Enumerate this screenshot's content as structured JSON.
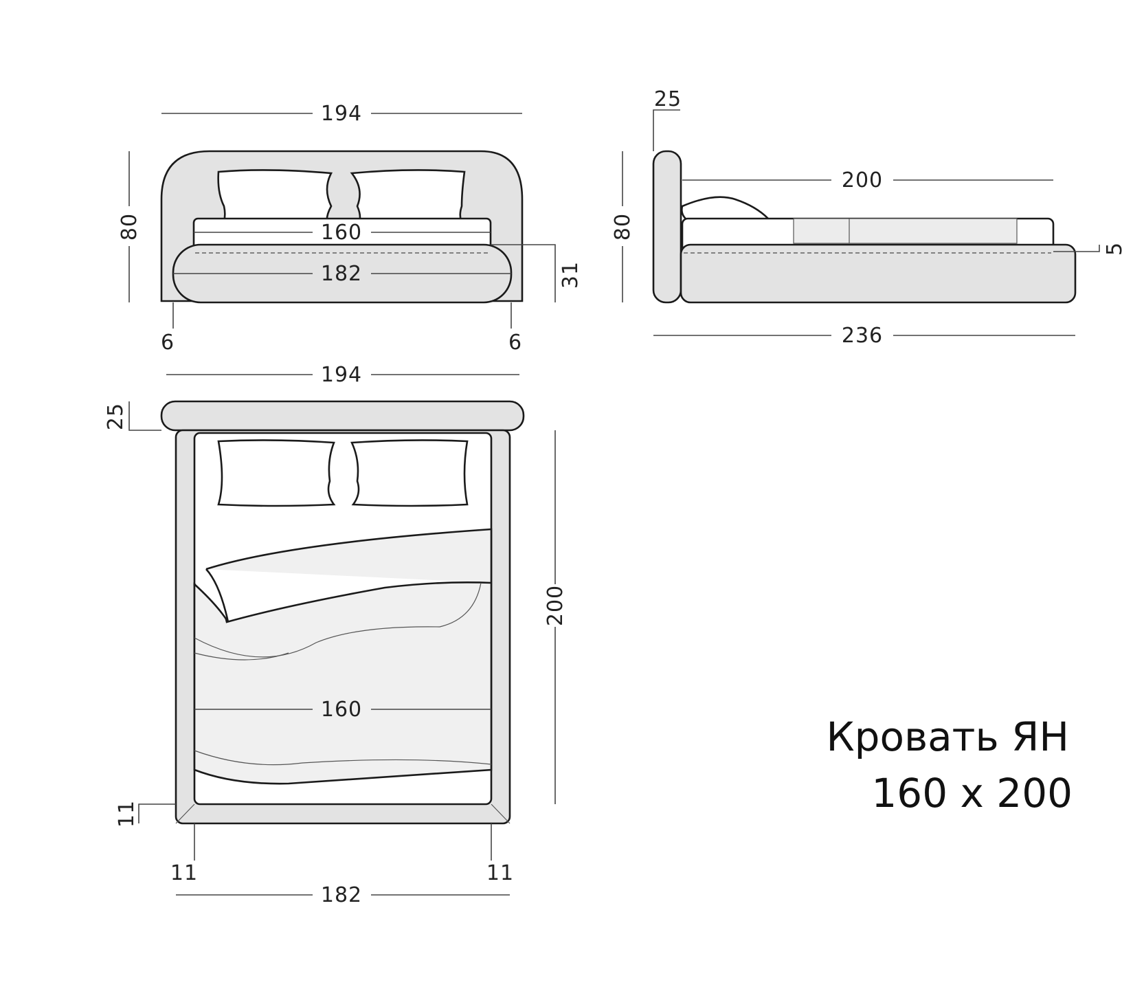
{
  "title": {
    "name": "Кровать ЯН",
    "size": "160 x 200"
  },
  "colors": {
    "frame_fill": "#e3e3e3",
    "mattress_fill": "#f4f4f4",
    "blanket_fill": "#f0f0f0",
    "outline": "#1a1a1a",
    "background": "#ffffff"
  },
  "front_view": {
    "width_top": "194",
    "height": "80",
    "mattress_width": "160",
    "base_width": "182",
    "base_height": "31",
    "left_offset": "6",
    "right_offset": "6"
  },
  "side_view": {
    "headboard_depth": "25",
    "height": "80",
    "mattress_length": "200",
    "mattress_overhang": "5",
    "total_length": "236"
  },
  "top_view": {
    "headboard_width": "194",
    "headboard_depth": "25",
    "length": "200",
    "mattress_width": "160",
    "frame_bottom": "11",
    "left_side": "11",
    "right_side": "11",
    "base_width": "182"
  }
}
